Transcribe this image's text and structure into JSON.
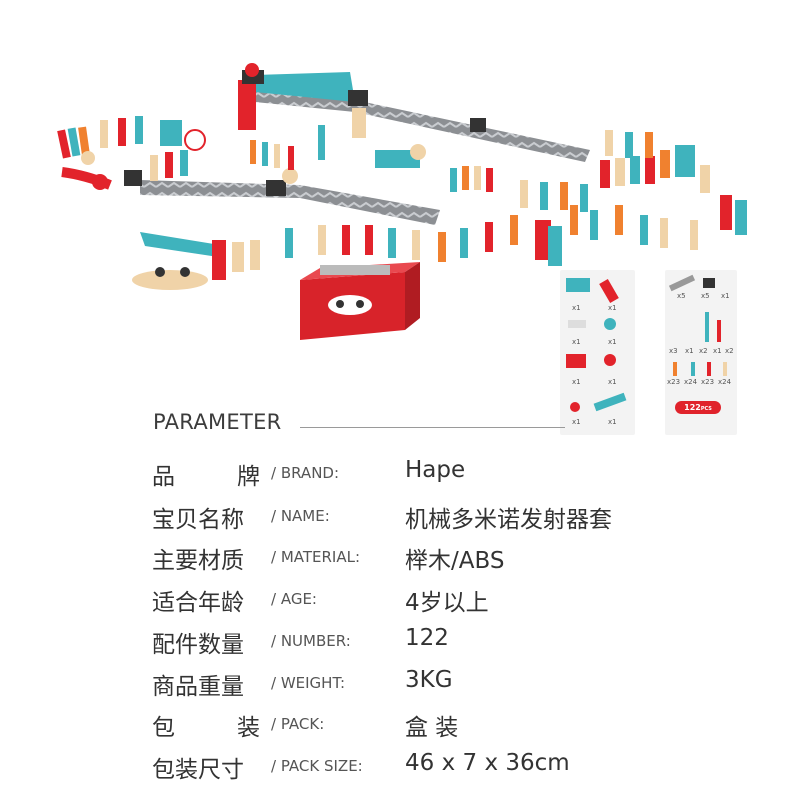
{
  "illustration": {
    "name": "Hape robot domino launcher set",
    "piece_counts_left": [
      "x1",
      "x1",
      "x1",
      "x1",
      "x1",
      "x1",
      "x1",
      "x1"
    ],
    "piece_counts_right": [
      "x5",
      "x5",
      "x1",
      "x3",
      "x1",
      "x2",
      "x1",
      "x2",
      "x23",
      "x24",
      "x23",
      "x24"
    ],
    "total_badge": "122",
    "total_badge_suffix": "PCS"
  },
  "section_title": "PARAMETER",
  "rows": [
    {
      "zh_chars": [
        "品",
        "牌"
      ],
      "en": "/ BRAND:",
      "value": "Hape"
    },
    {
      "zh": "宝贝名称",
      "en": "/ NAME:",
      "value": "机械多米诺发射器套"
    },
    {
      "zh": "主要材质",
      "en": "/ MATERIAL:",
      "value": "榉木/ABS"
    },
    {
      "zh": "适合年龄",
      "en": "/ AGE:",
      "value": "4岁以上"
    },
    {
      "zh": "配件数量",
      "en": "/ NUMBER:",
      "value": "122"
    },
    {
      "zh": "商品重量",
      "en": "/ WEIGHT:",
      "value": "3KG"
    },
    {
      "zh_chars": [
        "包",
        "装"
      ],
      "en": "/ PACK:",
      "value": "盒 装"
    },
    {
      "zh": "包装尺寸",
      "en": "/ PACK SIZE:",
      "value": "46 x 7 x 36cm"
    }
  ]
}
